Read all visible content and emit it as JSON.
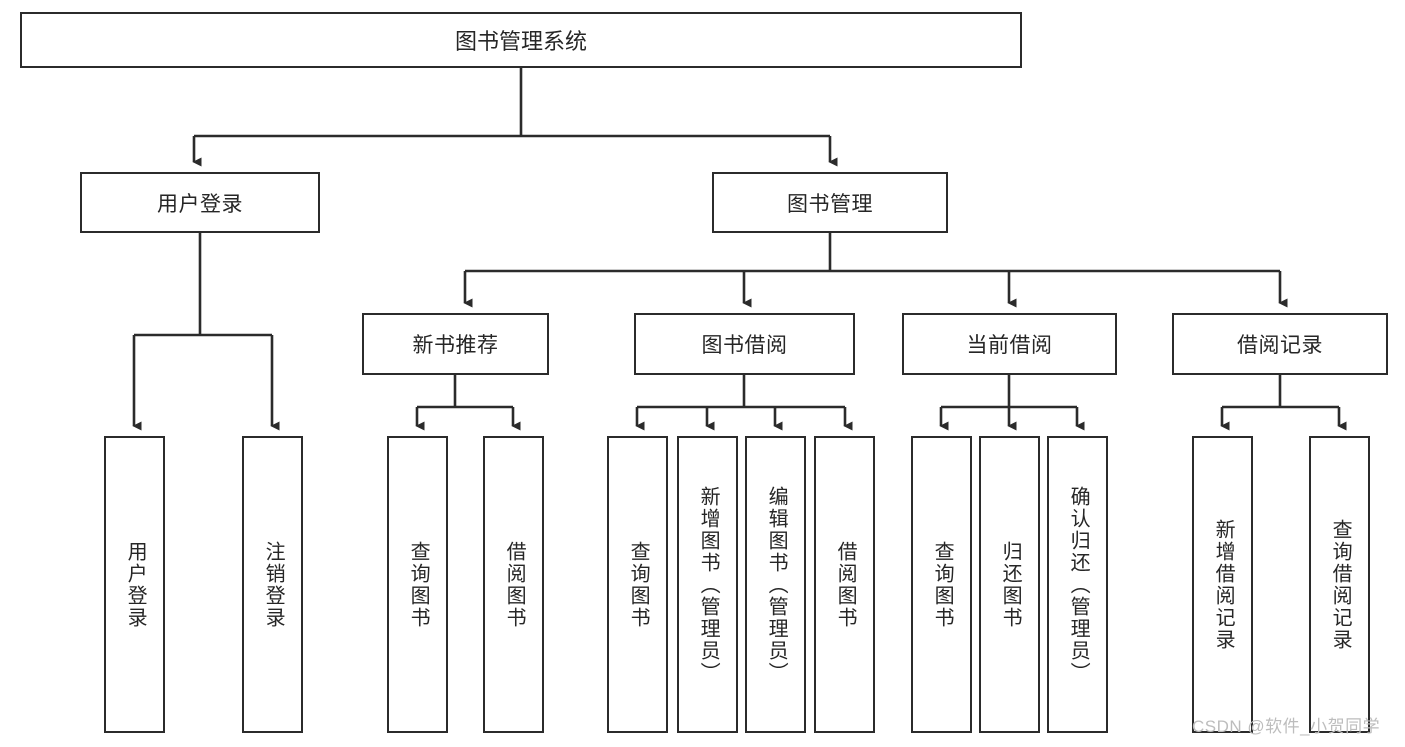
{
  "diagram": {
    "title": "图书管理系统",
    "type": "tree-hierarchy-chart",
    "root": {
      "label": "图书管理系统"
    },
    "level2": [
      {
        "label": "用户登录"
      },
      {
        "label": "图书管理"
      }
    ],
    "level3": [
      {
        "label": "新书推荐"
      },
      {
        "label": "图书借阅"
      },
      {
        "label": "当前借阅"
      },
      {
        "label": "借阅记录"
      }
    ],
    "leaves": {
      "user_login": [
        {
          "label": "用户登录"
        },
        {
          "label": "注销登录"
        }
      ],
      "new_book_recommend": [
        {
          "label": "查询图书"
        },
        {
          "label": "借阅图书"
        }
      ],
      "book_borrow": [
        {
          "label": "查询图书"
        },
        {
          "label": "新增图书（管理员）"
        },
        {
          "label": "编辑图书（管理员）"
        },
        {
          "label": "借阅图书"
        }
      ],
      "current_borrow": [
        {
          "label": "查询图书"
        },
        {
          "label": "归还图书"
        },
        {
          "label": "确认归还（管理员）"
        }
      ],
      "borrow_records": [
        {
          "label": "新增借阅记录"
        },
        {
          "label": "查询借阅记录"
        }
      ]
    }
  },
  "watermark": {
    "text": "CSDN @软件_小贺同学"
  },
  "colors": {
    "border": "#2b2b2b",
    "text": "#262626",
    "background": "#ffffff",
    "watermark": "#bdbdbd"
  }
}
